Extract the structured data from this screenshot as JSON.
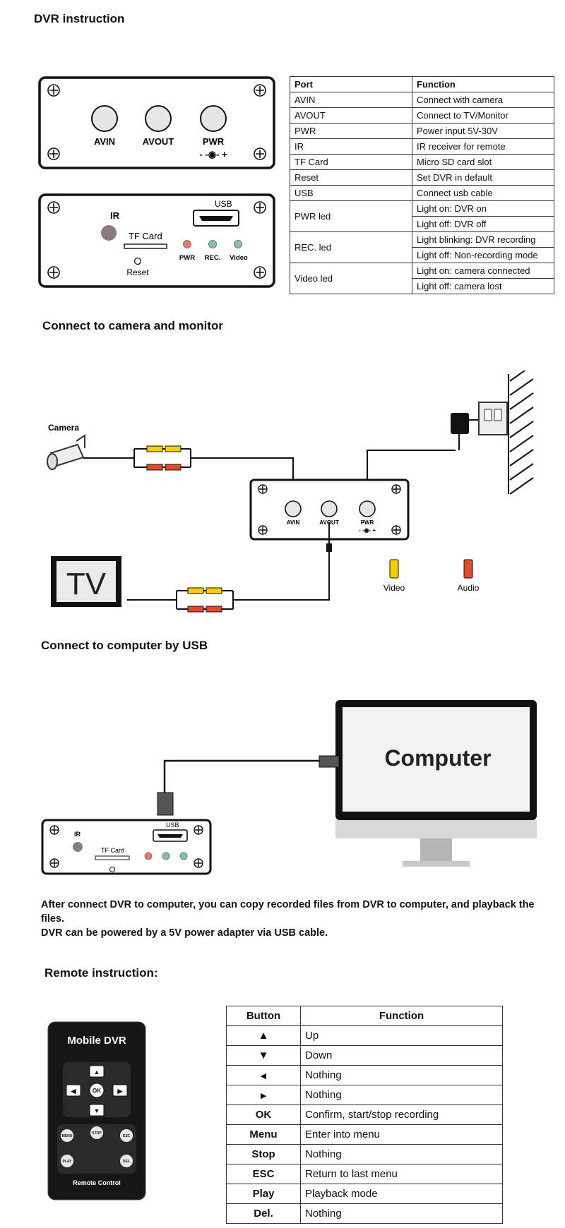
{
  "headings": {
    "dvr_instruction": "DVR instruction",
    "connect_camera_monitor": "Connect to camera and monitor",
    "connect_computer": "Connect to computer by USB",
    "remote_instruction": "Remote instruction:"
  },
  "panel_labels": {
    "avin": "AVIN",
    "avout": "AVOUT",
    "pwr": "PWR",
    "pwr_polarity": "- -◉- +",
    "ir": "IR",
    "usb": "USB",
    "tf_card": "TF Card",
    "reset": "Reset",
    "pwr_led": "PWR",
    "rec_led": "REC.",
    "video_led": "Video"
  },
  "port_table": {
    "headers": [
      "Port",
      "Function"
    ],
    "rows": [
      {
        "port": "AVIN",
        "function": [
          "Connect with camera"
        ]
      },
      {
        "port": "AVOUT",
        "function": [
          "Connect to TV/Monitor"
        ]
      },
      {
        "port": "PWR",
        "function": [
          "Power input 5V-30V"
        ]
      },
      {
        "port": "IR",
        "function": [
          "IR receiver for remote"
        ]
      },
      {
        "port": "TF Card",
        "function": [
          "Micro SD card slot"
        ]
      },
      {
        "port": "Reset",
        "function": [
          "Set DVR in default"
        ]
      },
      {
        "port": "USB",
        "function": [
          "Connect usb cable"
        ]
      },
      {
        "port": "PWR led",
        "function": [
          "Light on: DVR on",
          "Light off: DVR off"
        ]
      },
      {
        "port": "REC. led",
        "function": [
          "Light blinking: DVR recording",
          "Light off: Non-recording mode"
        ]
      },
      {
        "port": "Video led",
        "function": [
          "Light on: camera connected",
          "Light off: camera lost"
        ]
      }
    ]
  },
  "diagram_labels": {
    "camera": "Camera",
    "tv": "TV",
    "video": "Video",
    "audio": "Audio",
    "computer": "Computer"
  },
  "usb_note": [
    "After connect DVR to computer, you can copy recorded files from DVR to computer, and playback the files.",
    "DVR can be powered by a 5V power adapter via USB cable."
  ],
  "remote": {
    "title": "Mobile DVR",
    "footer": "Remote Control",
    "keys": {
      "up": "▲",
      "down": "▼",
      "left": "◀",
      "right": "▶",
      "ok": "OK",
      "menu": "MENU",
      "stop": "STOP",
      "esc": "ESC",
      "play": "PLAY",
      "del": "DEL"
    }
  },
  "remote_table": {
    "headers": [
      "Button",
      "Function"
    ],
    "rows": [
      {
        "button": "▲",
        "function": "Up"
      },
      {
        "button": "▼",
        "function": "Down"
      },
      {
        "button": "◂",
        "function": "Nothing"
      },
      {
        "button": "▸",
        "function": "Nothing"
      },
      {
        "button": "OK",
        "function": "Confirm, start/stop recording"
      },
      {
        "button": "Menu",
        "function": "Enter into menu"
      },
      {
        "button": "Stop",
        "function": "Nothing"
      },
      {
        "button": "ESC",
        "function": "Return to last menu"
      },
      {
        "button": "Play",
        "function": "Playback mode"
      },
      {
        "button": "Del.",
        "function": "Nothing"
      }
    ]
  },
  "colors": {
    "led_red": "#e87a5f",
    "led_green": "#7fc2b0",
    "yellow_plug": "#f5d000",
    "red_plug": "#e04a2a",
    "ir": "#8a7b83"
  }
}
